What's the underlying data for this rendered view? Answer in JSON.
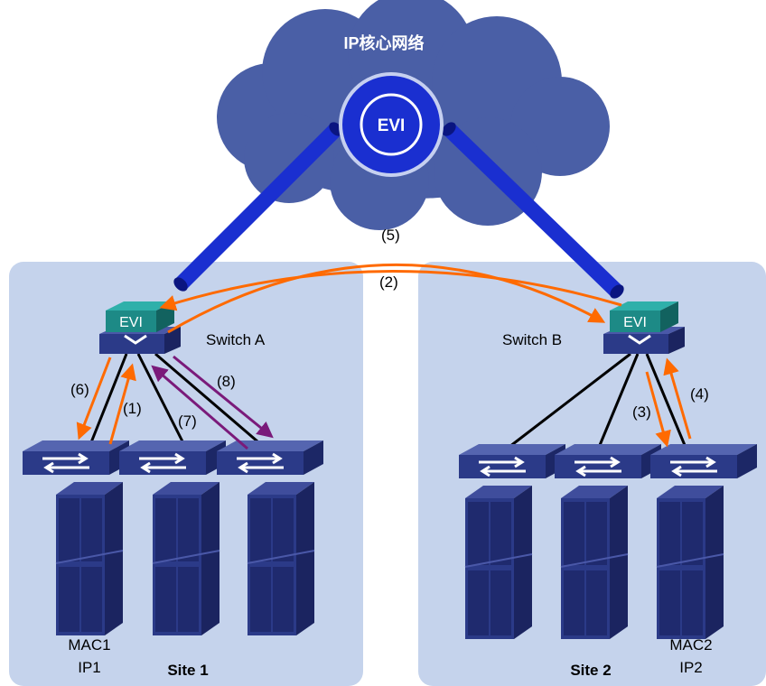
{
  "core_network": {
    "title": "IP核心网络",
    "evi_label": "EVI"
  },
  "sites": [
    {
      "name": "Site 1",
      "switch_name": "Switch A",
      "switch_evi_label": "EVI",
      "host": {
        "mac": "MAC1",
        "ip": "IP1"
      }
    },
    {
      "name": "Site 2",
      "switch_name": "Switch B",
      "switch_evi_label": "EVI",
      "host": {
        "mac": "MAC2",
        "ip": "IP2"
      }
    }
  ],
  "steps": [
    "(1)",
    "(2)",
    "(3)",
    "(4)",
    "(5)",
    "(6)",
    "(7)",
    "(8)"
  ],
  "colors": {
    "cloud": "#4a5fa6",
    "site_bg": "#c5d3ec",
    "tunnel": "#1a2fd0",
    "device": "#2b3a88",
    "evi_top": "#1d8a86",
    "arrow_orange": "#ff6a00",
    "arrow_purple": "#7a1a7a"
  },
  "icons": [
    "cloud-icon",
    "evi-core-icon",
    "evi-switch-icon",
    "access-switch-icon",
    "server-rack-icon"
  ]
}
